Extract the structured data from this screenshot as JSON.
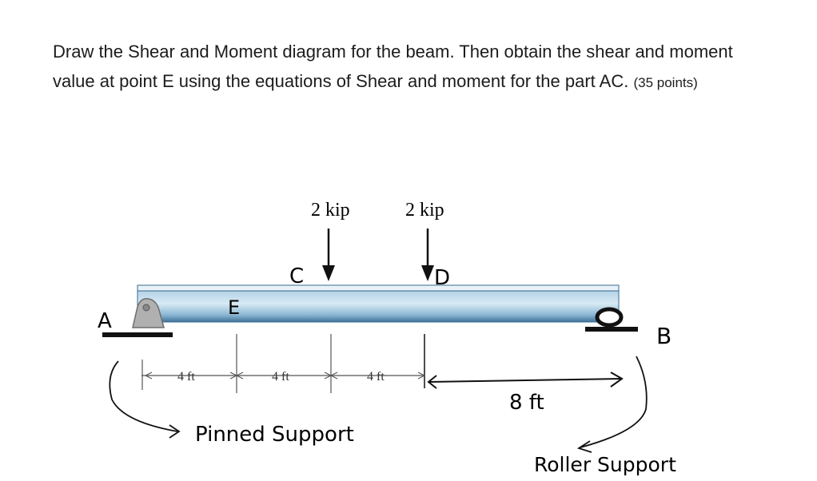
{
  "question": {
    "text": "Draw the Shear and Moment diagram for the beam. Then obtain the shear and moment value at point E using the equations of Shear and moment for the part AC.",
    "points": "(35 points)"
  },
  "diagram": {
    "loads": [
      {
        "id": "C",
        "magnitude": "2 kip",
        "point": "C"
      },
      {
        "id": "D",
        "magnitude": "2 kip",
        "point": "D"
      }
    ],
    "point_labels": {
      "A": "A",
      "B": "B",
      "E": "E",
      "C": "C",
      "D": "D"
    },
    "dimensions": [
      "4 ft",
      "4 ft",
      "4 ft",
      "8 ft"
    ],
    "supports": {
      "pinned": "Pinned Support",
      "roller": "Roller Support"
    },
    "colors": {
      "beam_top": "#5a8fb4",
      "beam_mid": "#cfe3ef",
      "beam_bottom": "#4a7fa6",
      "ink": "#1a1a1a"
    }
  }
}
